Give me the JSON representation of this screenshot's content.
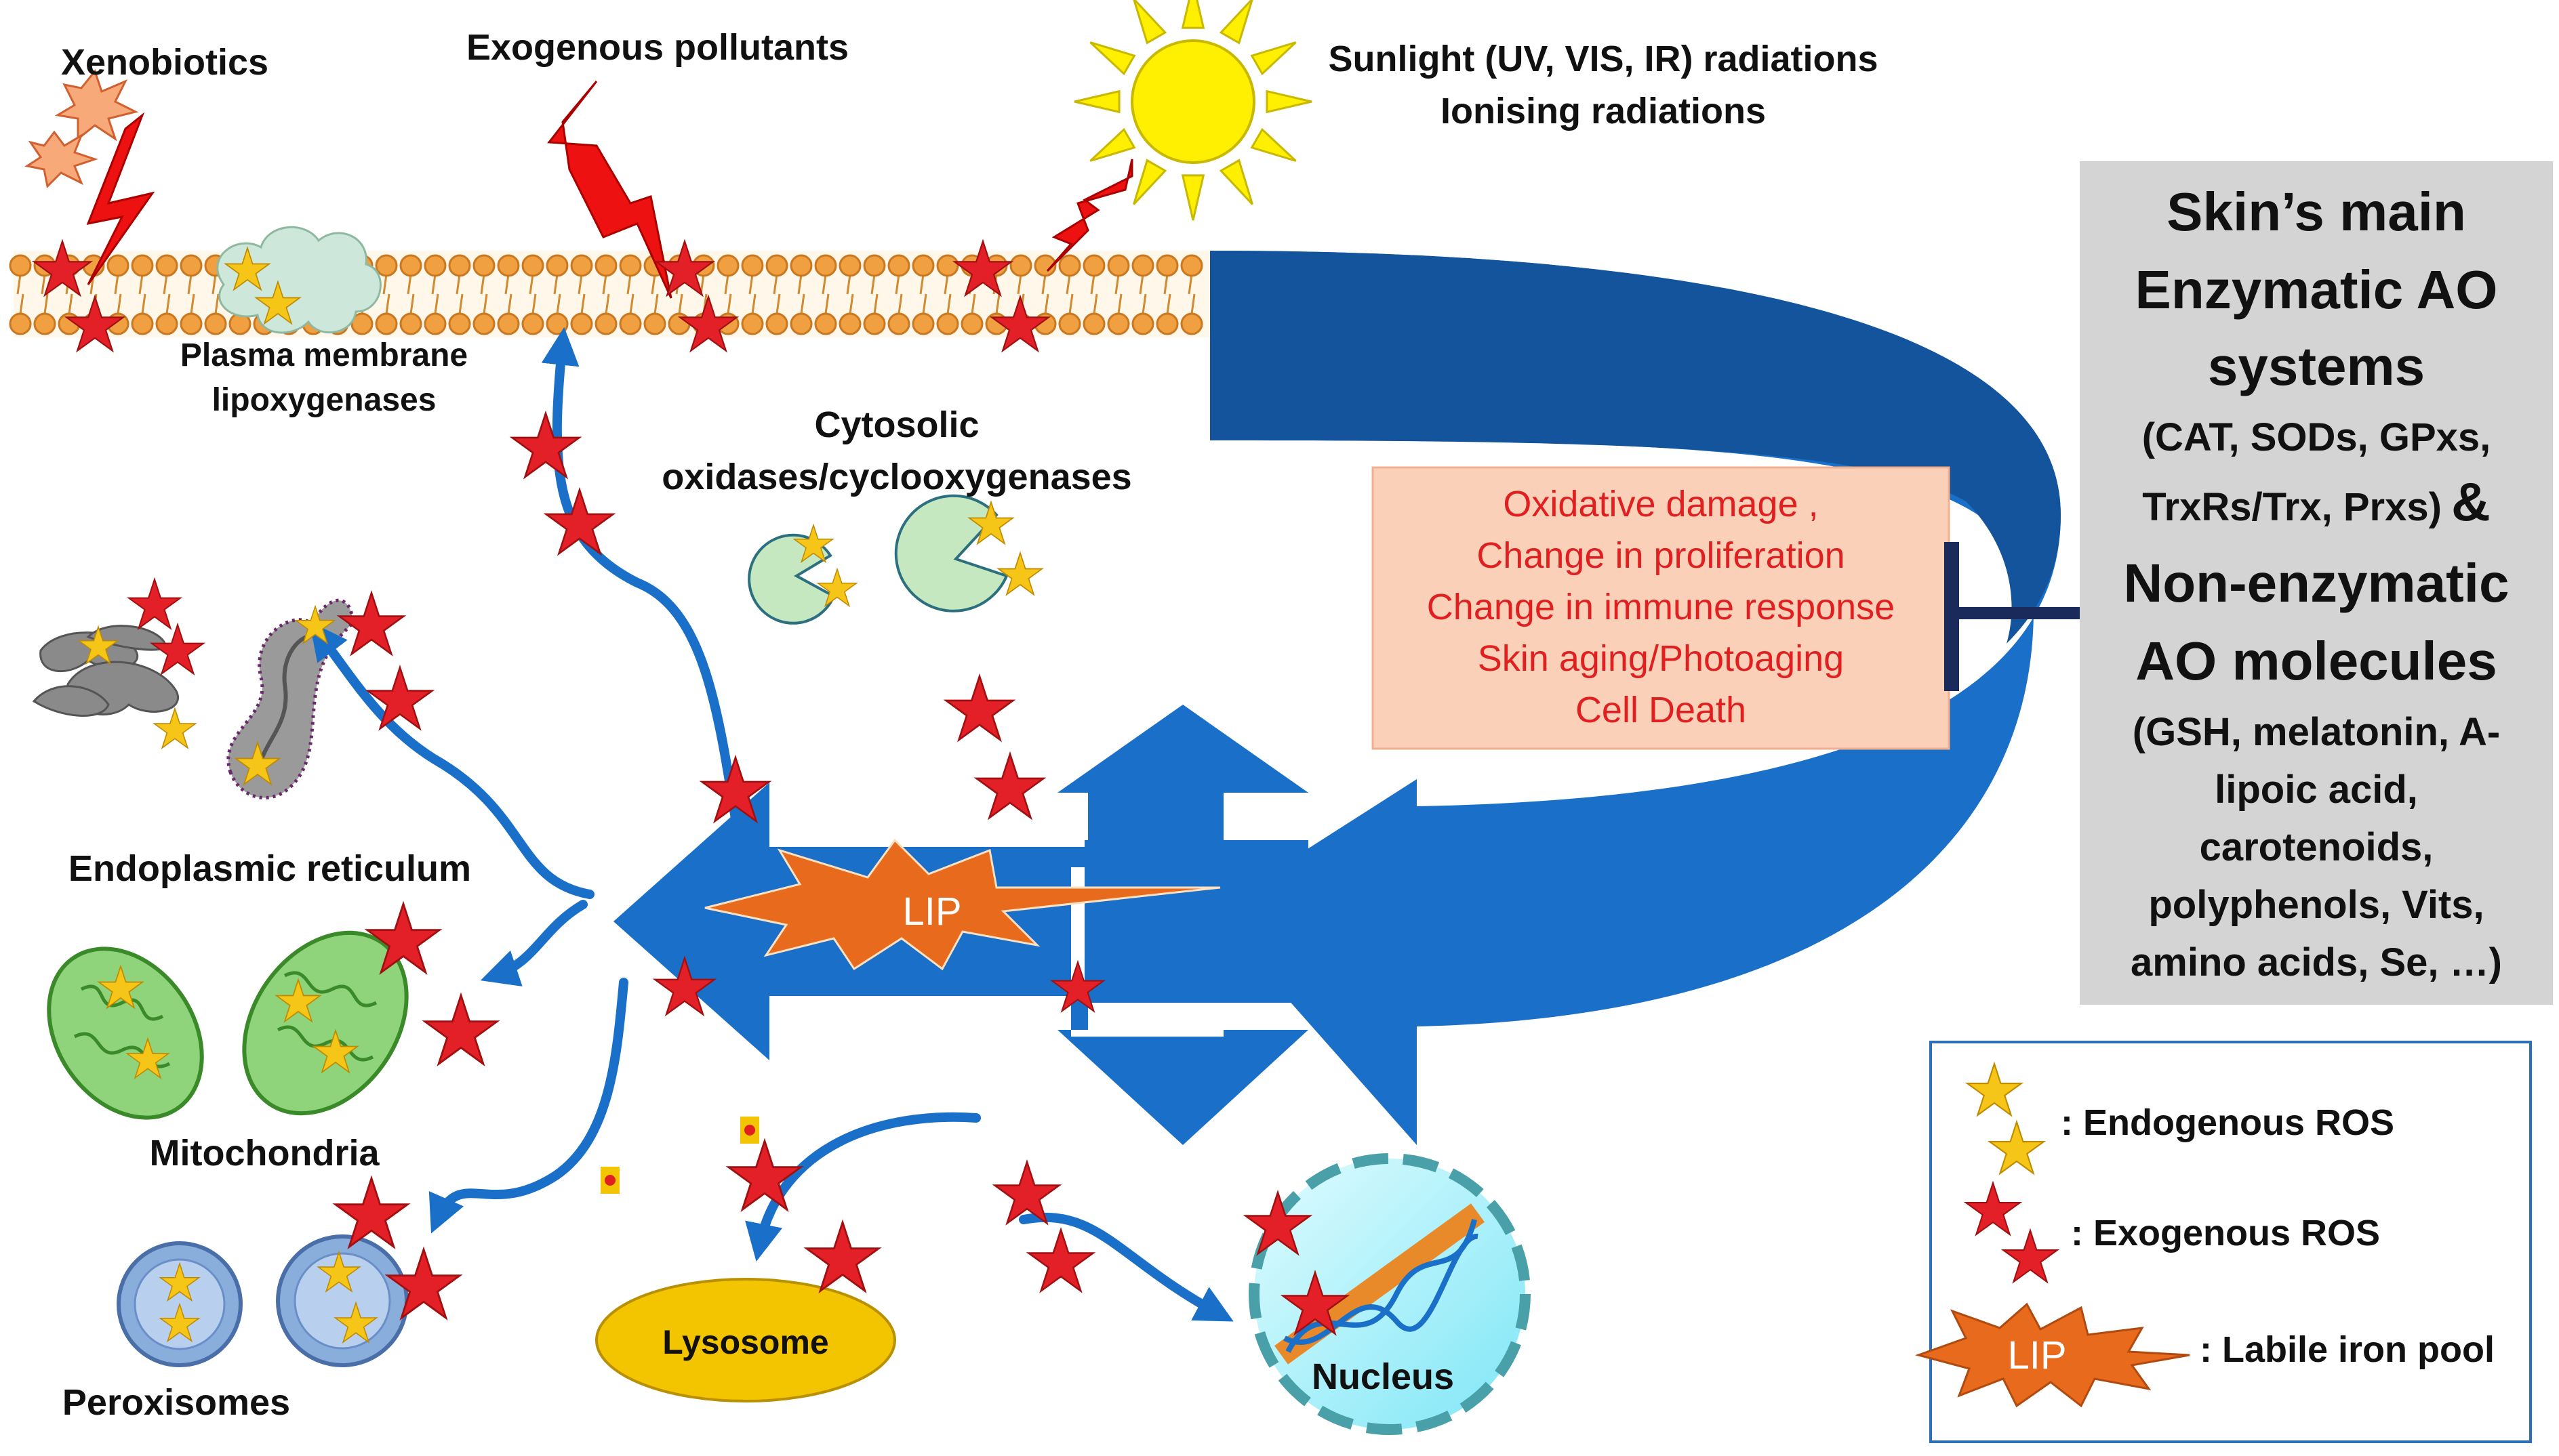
{
  "labels": {
    "xenobiotics": "Xenobiotics",
    "exogenous_pollutants": "Exogenous pollutants",
    "sunlight_line1": "Sunlight (UV, VIS, IR) radiations",
    "sunlight_line2": "Ionising radiations",
    "plasma_line1": "Plasma membrane",
    "plasma_line2": "lipoxygenases",
    "cytosolic_line1": "Cytosolic",
    "cytosolic_line2": "oxidases/cyclooxygenases",
    "er": "Endoplasmic reticulum",
    "mitochondria": "Mitochondria",
    "peroxisomes": "Peroxisomes",
    "lysosome": "Lysosome",
    "nucleus": "Nucleus",
    "lip": "LIP"
  },
  "effects": [
    "Oxidative damage ,",
    "Change in proliferation",
    "Change in immune response",
    "Skin aging/Photoaging",
    "Cell Death"
  ],
  "ao_box": {
    "line1": "Skin’s main",
    "line2": "Enzymatic AO",
    "line3": "systems",
    "line4": "(CAT, SODs, GPxs,",
    "line5_text": "TrxRs/Trx, Prxs)",
    "line5_amp": "&",
    "line6": "Non-enzymatic",
    "line7": "AO molecules",
    "line8": "(GSH, melatonin, A-",
    "line9": "lipoic acid,",
    "line10": "carotenoids,",
    "line11": "polyphenols, Vits,",
    "line12": "amino acids, Se, …)"
  },
  "legend": {
    "endogenous": ": Endogenous ROS",
    "exogenous": ": Exogenous ROS",
    "lip_icon": "LIP",
    "lip": ": Labile iron pool"
  },
  "colors": {
    "membrane_head": "#f0a040",
    "big_arrow": "#1a70c8",
    "effect_box": "#fbd0b8",
    "effect_text": "#e02020",
    "ao_box": "#d4d4d4",
    "red_star": "#e32028",
    "yellow_star": "#f5c518",
    "lip_burst": "#e86a1c",
    "mitochondria": "#6abf50",
    "peroxisome": "#8aaedc",
    "lysosome": "#f3c400",
    "nucleus": "#a8f0fa",
    "sun": "#ffef00"
  }
}
